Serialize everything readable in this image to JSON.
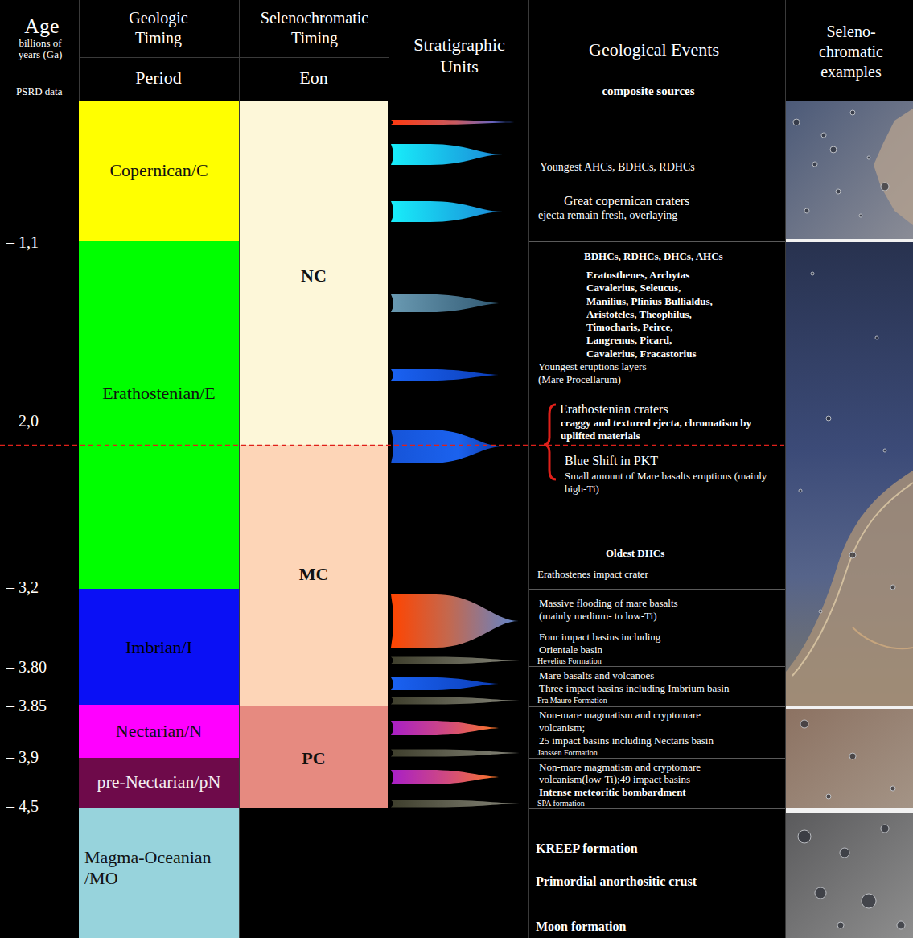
{
  "diagram": {
    "nodes": [
      {
        "text": [
          "Copernican/C"
        ]
      },
      {
        "text": [
          "Erathostenian/E"
        ]
      },
      {
        "text": [
          "Imbrian/I"
        ]
      },
      {
        "text": [
          "Nectarian/N"
        ]
      },
      {
        "text": [
          "pre-Nectarian/pN"
        ]
      },
      {
        "text": [
          "Magma-Oceanian /MO"
        ]
      },
      {
        "text": [
          "NC"
        ]
      },
      {
        "text": [
          "MC"
        ]
      },
      {
        "text": [
          "PC"
        ]
      }
    ],
    "labels": [
      "Age",
      "billions of years (Ga)",
      "PSRD data",
      "Geologic Timing",
      "Period",
      "Selenochromatic Timing",
      "Eon",
      "Stratigraphic Units",
      "Geological Events",
      "composite sources",
      "Seleno-chromatic examples",
      "– 1,1",
      "– 2,0",
      "– 3,2",
      "– 3.80",
      "– 3.85",
      "– 3,9",
      "– 4,5",
      "Youngest AHCs, BDHCs, RDHCs",
      "Great copernican craters",
      "ejecta remain fresh, overlaying",
      "BDHCs, RDHCs, DHCs, AHCs",
      "Eratosthenes, Archytas Cavalerius, Seleucus, Manilius, Plinius Bullialdus, Aristoteles, Theophilus, Timocharis, Peirce, Langrenus, Picard, Cavalerius, Fracastorius",
      "Youngest eruptions layers (Mare Procellarum)",
      "Erathostenian craters",
      "craggy and textured ejecta, chromatism by uplifted materials",
      "Blue Shift in PKT",
      "Small amount of Mare basalts eruptions (mainly high-Ti)",
      "Oldest DHCs",
      "Erathostenes impact crater",
      "Massive flooding of mare basalts (mainly medium- to low-Ti)",
      "Four impact basins including Orientale basin",
      "Hevelius Formation",
      "Mare basalts and volcanoes",
      "Three impact basins including Imbrium basin",
      "Fra Mauro Formation",
      "Non-mare magmatism and cryptomare volcanism;",
      "25 impact basins including Nectaris basin",
      "Janssen Formation",
      "Non-mare magmatism and cryptomare volcanism(low-Ti);49 impact basins",
      "Intense meteoritic bombardment",
      "SPA formation",
      "KREEP formation",
      "Primordial anorthositic crust",
      "Moon formation"
    ]
  }
}
